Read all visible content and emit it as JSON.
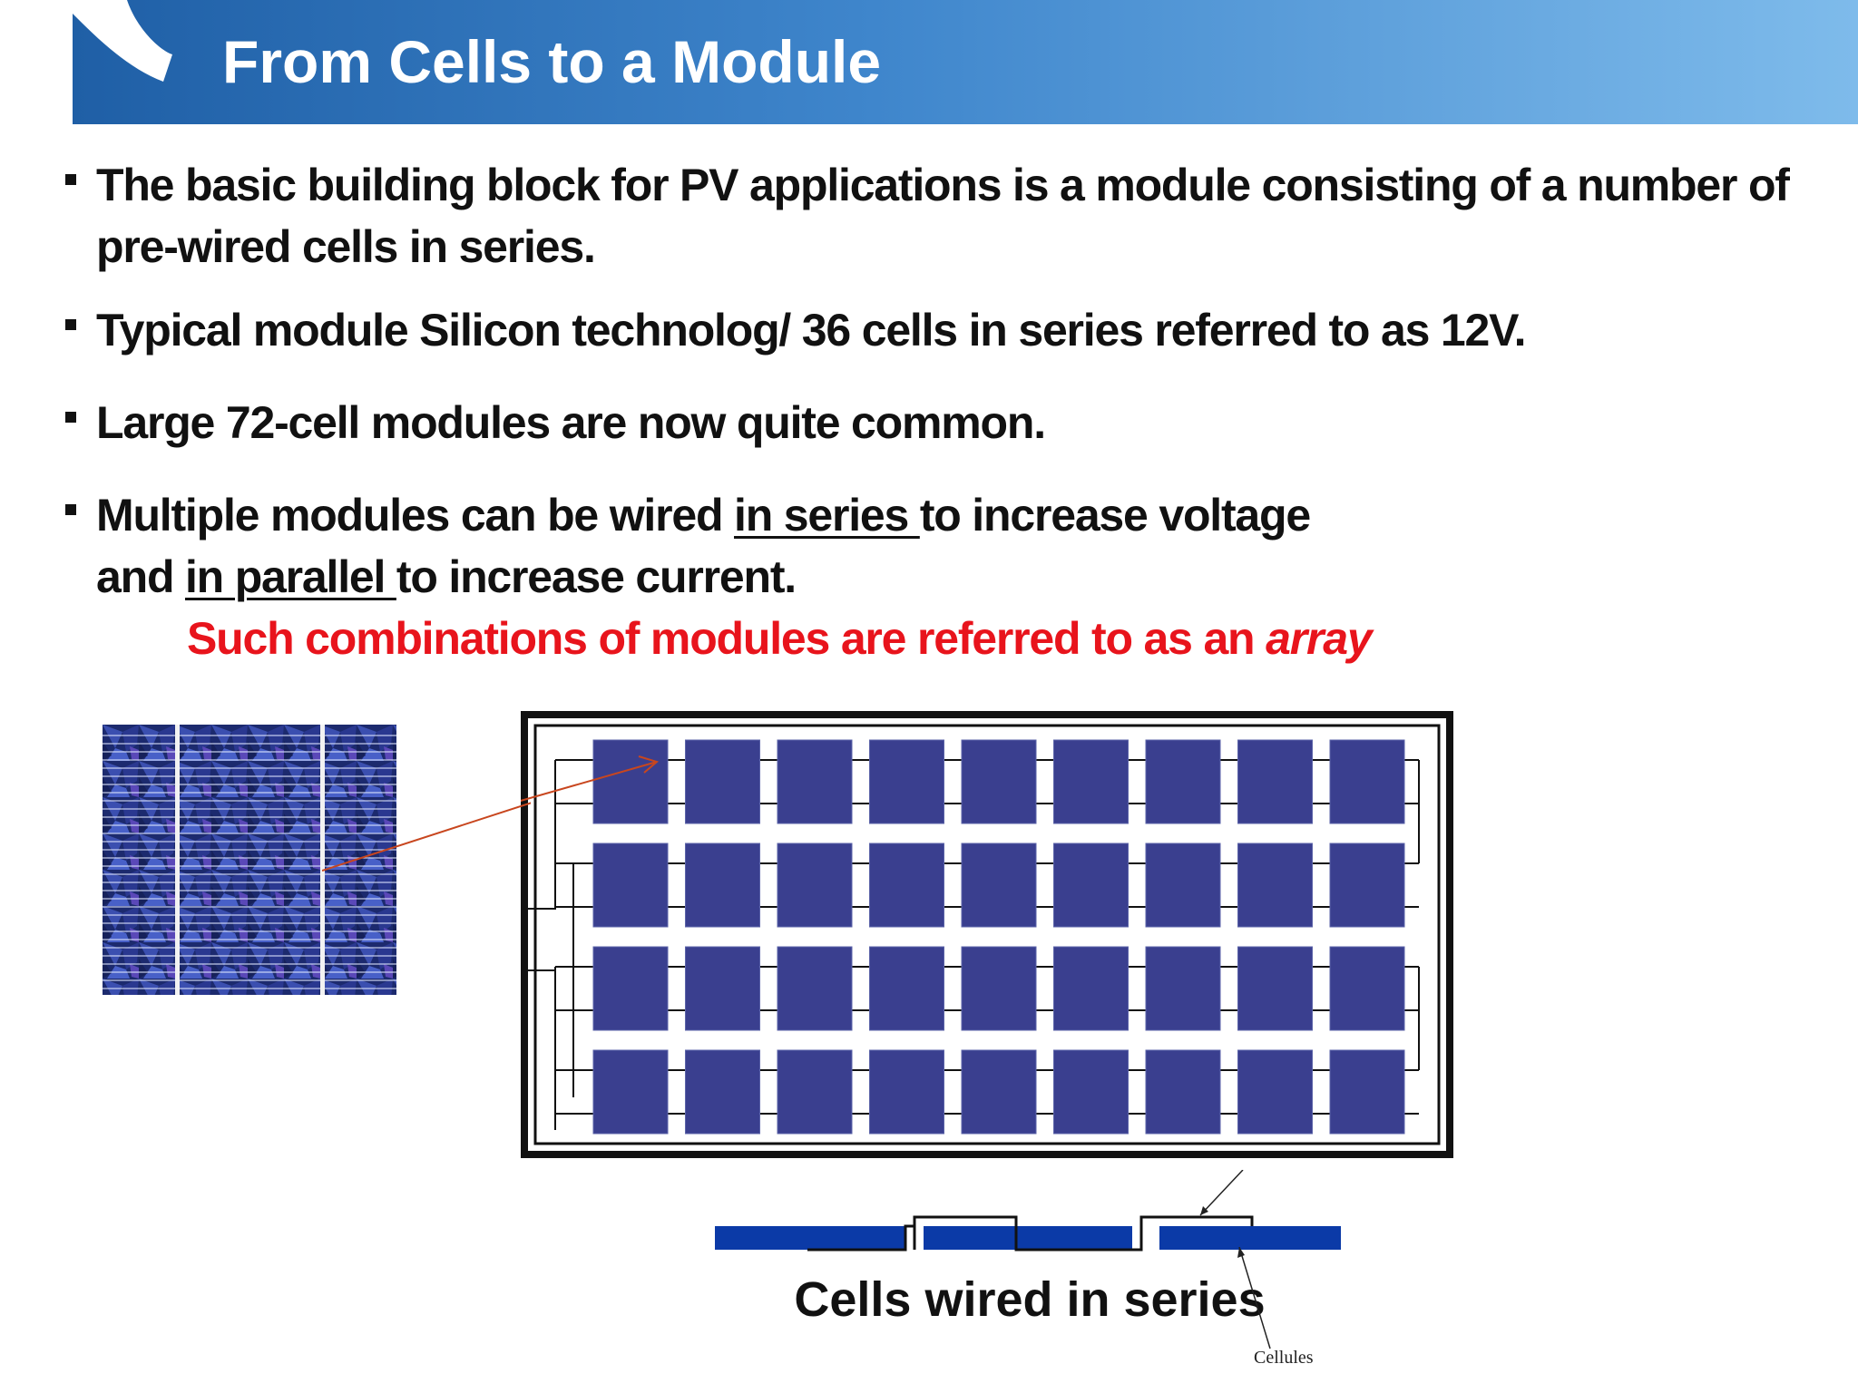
{
  "slide": {
    "title": "From Cells to a Module",
    "bullets": [
      {
        "text": "The basic building block for PV applications is a module consisting of a number of pre-wired cells in series."
      },
      {
        "text": "Typical module Silicon technolog/ 36 cells in series referred to as 12V."
      },
      {
        "text": "Large 72-cell modules are now quite common."
      },
      {
        "part1": "Multiple modules can be wired ",
        "series_link": "in series ",
        "part2": "to increase voltage",
        "part3": "and ",
        "parallel_link": "in parallel ",
        "part4": "to increase current.",
        "highlight": "Such combinations of modules are referred to as an ",
        "highlight_italic": "array"
      }
    ]
  },
  "figures": {
    "module_rows": 4,
    "module_cols": 9,
    "series_caption": "Cells wired in series",
    "cellules_label": "Cellules"
  },
  "colors": {
    "header_start": "#1f5fa6",
    "header_end": "#7ebbeb",
    "cell_blue": "#3a3f8f",
    "series_blue": "#0b3aa7",
    "highlight_red": "#e8141c"
  }
}
